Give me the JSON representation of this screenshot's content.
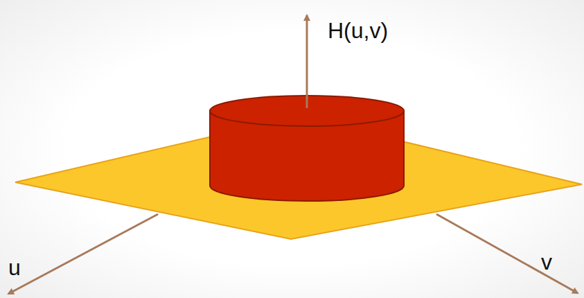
{
  "diagram": {
    "labels": [
      "H(u,v)",
      "u",
      "v"
    ]
  }
}
